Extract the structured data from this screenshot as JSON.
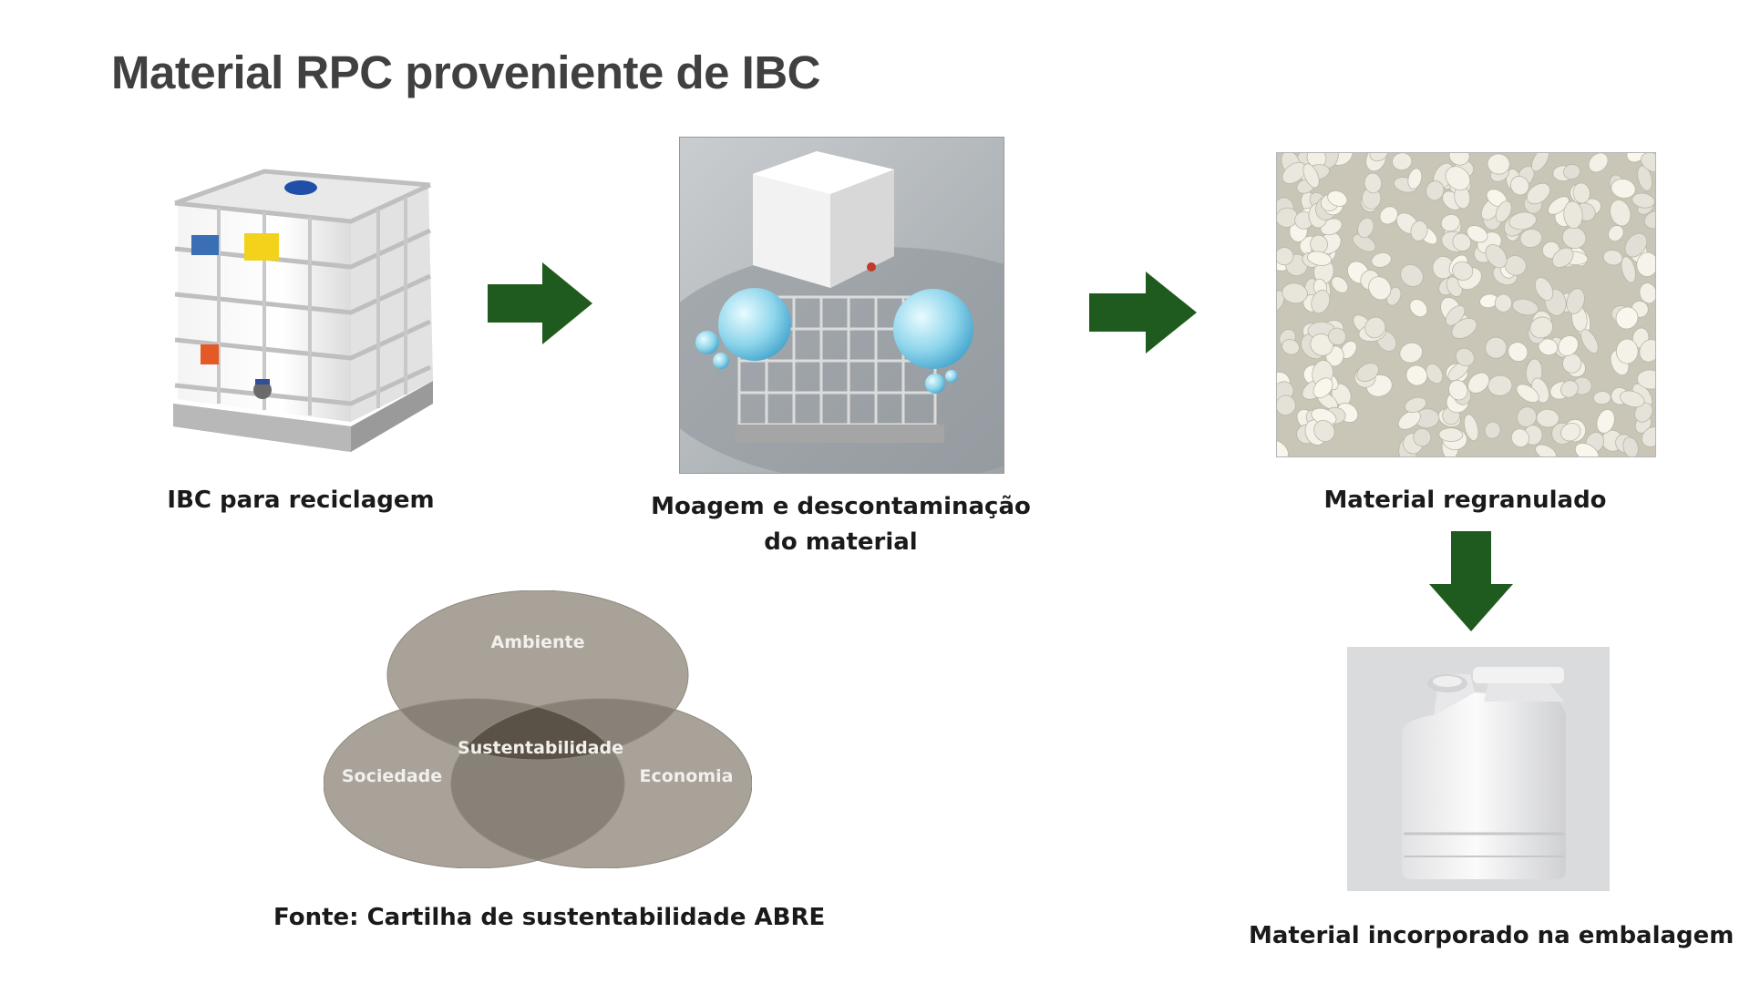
{
  "title": "Material RPC proveniente de IBC",
  "steps": [
    {
      "caption": "IBC para reciclagem",
      "icon": "ibc-container-icon"
    },
    {
      "caption_line1": "Moagem e descontaminação",
      "caption_line2": "do material",
      "icon": "washing-process-icon"
    },
    {
      "caption": "Material regranulado",
      "icon": "plastic-pellets-icon"
    },
    {
      "caption": "Material incorporado  na embalagem",
      "icon": "plastic-jerrycan-icon"
    }
  ],
  "venn": {
    "top": "Ambiente",
    "left": "Sociedade",
    "right": "Economia",
    "center": "Sustentabilidade"
  },
  "source": "Fonte: Cartilha  de sustentabilidade  ABRE",
  "colors": {
    "arrow": "#1f5b1f",
    "venn_outer": "#a8a299",
    "venn_mid": "#7b7368",
    "venn_center": "#5a5147",
    "title": "#404040"
  }
}
